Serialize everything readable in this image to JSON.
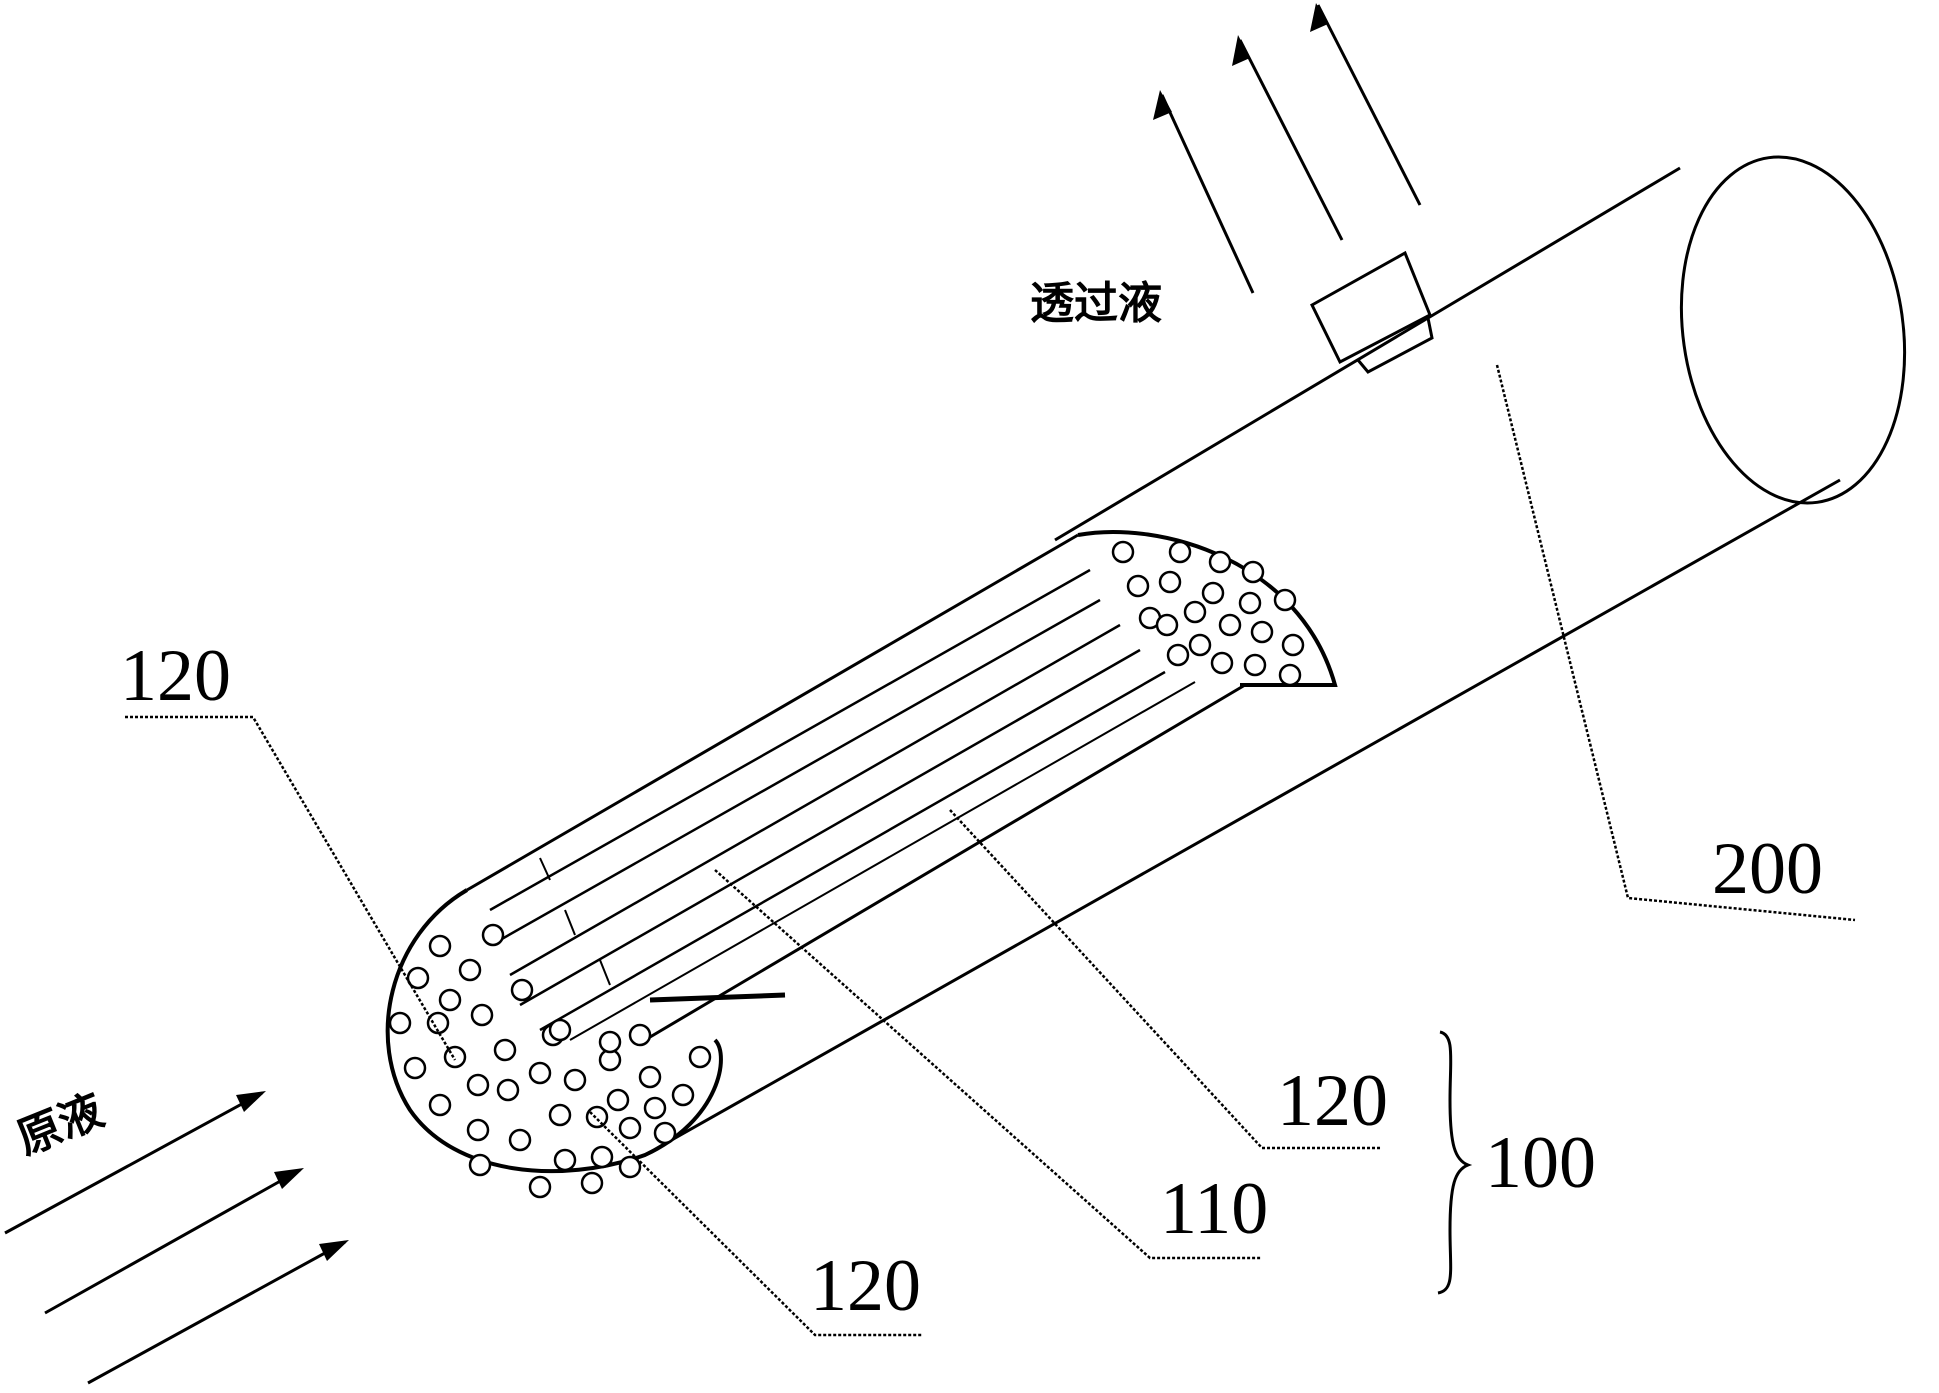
{
  "labels": {
    "permeate": "透过液",
    "feed": "原液",
    "ref_200": "200",
    "ref_120_top_left": "120",
    "ref_120_middle": "120",
    "ref_110": "110",
    "ref_120_bottom": "120",
    "ref_100": "100"
  },
  "colors": {
    "line": "#000000",
    "background": "#ffffff"
  }
}
